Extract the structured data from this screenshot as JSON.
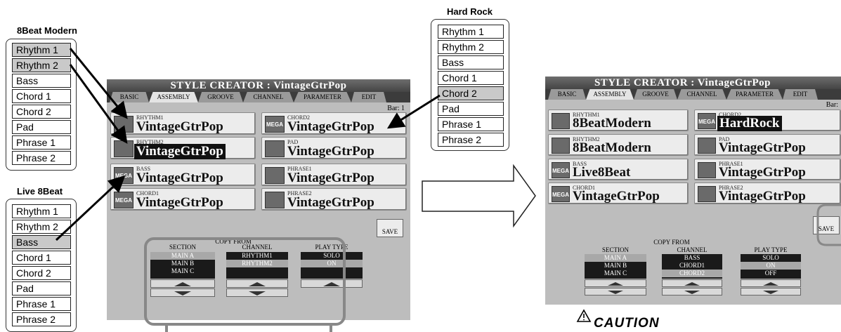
{
  "callouts": {
    "beat8_modern": {
      "title": "8Beat Modern",
      "items": [
        "Rhythm 1",
        "Rhythm 2",
        "Bass",
        "Chord 1",
        "Chord 2",
        "Pad",
        "Phrase 1",
        "Phrase 2"
      ],
      "highlighted": [
        0,
        1
      ]
    },
    "live8beat": {
      "title": "Live 8Beat",
      "items": [
        "Rhythm 1",
        "Rhythm 2",
        "Bass",
        "Chord 1",
        "Chord 2",
        "Pad",
        "Phrase 1",
        "Phrase 2"
      ],
      "highlighted": [
        2
      ]
    },
    "hard_rock": {
      "title": "Hard Rock",
      "items": [
        "Rhythm 1",
        "Rhythm 2",
        "Bass",
        "Chord 1",
        "Chord 2",
        "Pad",
        "Phrase 1",
        "Phrase 2"
      ],
      "highlighted": [
        4
      ]
    }
  },
  "screen_before": {
    "title": "STYLE CREATOR : VintageGtrPop",
    "tabs": [
      "BASIC",
      "ASSEMBLY",
      "GROOVE",
      "CHANNEL",
      "PARAMETER",
      "EDIT"
    ],
    "bar_label": "Bar:  1",
    "tracks": {
      "rhythm1": {
        "name": "RHYTHM1",
        "value": "VintageGtrPop"
      },
      "rhythm2": {
        "name": "RHYTHM2",
        "value": "VintageGtrPop"
      },
      "bass": {
        "name": "BASS",
        "value": "VintageGtrPop"
      },
      "chord1": {
        "name": "CHORD1",
        "value": "VintageGtrPop"
      },
      "chord2": {
        "name": "CHORD2",
        "value": "VintageGtrPop"
      },
      "pad": {
        "name": "PAD",
        "value": "VintageGtrPop"
      },
      "phrase1": {
        "name": "PHRASE1",
        "value": "VintageGtrPop"
      },
      "phrase2": {
        "name": "PHRASE2",
        "value": "VintageGtrPop"
      }
    },
    "copy_from": "COPY FROM",
    "section": {
      "label": "SECTION",
      "items": [
        "MAIN A",
        "MAIN B",
        "MAIN C"
      ]
    },
    "channel": {
      "label": "CHANNEL",
      "items": [
        "RHYTHM1",
        "RHYTHM2"
      ]
    },
    "play_type": {
      "label": "PLAY TYPE",
      "items": [
        "SOLO",
        "ON"
      ]
    },
    "save": "SAVE"
  },
  "screen_after": {
    "title": "STYLE CREATOR : VintageGtrPop",
    "tabs": [
      "BASIC",
      "ASSEMBLY",
      "GROOVE",
      "CHANNEL",
      "PARAMETER",
      "EDIT"
    ],
    "bar_label": "Bar:",
    "tracks": {
      "rhythm1": {
        "name": "RHYTHM1",
        "value": "8BeatModern"
      },
      "rhythm2": {
        "name": "RHYTHM2",
        "value": "8BeatModern"
      },
      "bass": {
        "name": "BASS",
        "value": "Live8Beat"
      },
      "chord1": {
        "name": "CHORD1",
        "value": "VintageGtrPop"
      },
      "chord2": {
        "name": "CHORD2",
        "value": "HardRock"
      },
      "pad": {
        "name": "PAD",
        "value": "VintageGtrPop"
      },
      "phrase1": {
        "name": "PHRASE1",
        "value": "VintageGtrPop"
      },
      "phrase2": {
        "name": "PHRASE2",
        "value": "VintageGtrPop"
      }
    },
    "copy_from": "COPY FROM",
    "section": {
      "label": "SECTION",
      "items": [
        "MAIN A",
        "MAIN B",
        "MAIN C"
      ]
    },
    "channel": {
      "label": "CHANNEL",
      "items": [
        "BASS",
        "CHORD1",
        "CHORD2"
      ]
    },
    "play_type": {
      "label": "PLAY TYPE",
      "items": [
        "SOLO",
        "ON",
        "OFF"
      ]
    },
    "save": "SAVE"
  },
  "caution": "CAUTION"
}
